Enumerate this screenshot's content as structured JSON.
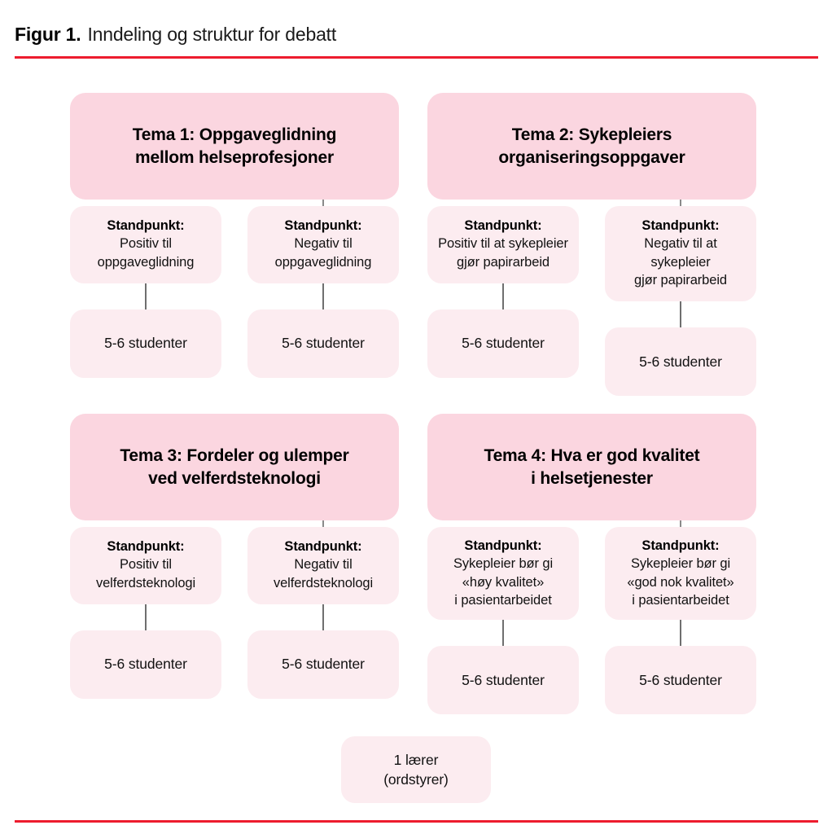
{
  "header": {
    "figure_label": "Figur 1.",
    "caption": "Inndeling og struktur for debatt"
  },
  "colors": {
    "rule_red": "#ED1C2E",
    "theme_box_pink": "#FBD6E0",
    "sub_box_pink": "#FCECF0",
    "connector_gray": "#6F6F6F",
    "text_black": "#111111"
  },
  "groups": [
    {
      "theme_title": "Tema 1: Oppgaveglidning\nmellom helseprofesjoner",
      "branches": [
        {
          "standpunkt_label": "Standpunkt:",
          "standpunkt_text": "Positiv til\noppgaveglidning",
          "students": "5-6 studenter"
        },
        {
          "standpunkt_label": "Standpunkt:",
          "standpunkt_text": "Negativ til\noppgaveglidning",
          "students": "5-6 studenter"
        }
      ]
    },
    {
      "theme_title": "Tema 2: Sykepleiers\norganiseringsoppgaver",
      "branches": [
        {
          "standpunkt_label": "Standpunkt:",
          "standpunkt_text": "Positiv til at sykepleier\ngjør papirarbeid",
          "students": "5-6 studenter"
        },
        {
          "standpunkt_label": "Standpunkt:",
          "standpunkt_text": "Negativ til at sykepleier\ngjør papirarbeid",
          "students": "5-6 studenter"
        }
      ]
    },
    {
      "theme_title": "Tema 3: Fordeler og ulemper\nved velferdsteknologi",
      "branches": [
        {
          "standpunkt_label": "Standpunkt:",
          "standpunkt_text": "Positiv til\nvelferdsteknologi",
          "students": "5-6 studenter"
        },
        {
          "standpunkt_label": "Standpunkt:",
          "standpunkt_text": "Negativ til\nvelferdsteknologi",
          "students": "5-6 studenter"
        }
      ]
    },
    {
      "theme_title": "Tema 4: Hva er god kvalitet\ni helsetjenester",
      "branches": [
        {
          "standpunkt_label": "Standpunkt:",
          "standpunkt_text": "Sykepleier bør gi\n«høy kvalitet»\ni pasientarbeidet",
          "students": "5-6 studenter"
        },
        {
          "standpunkt_label": "Standpunkt:",
          "standpunkt_text": "Sykepleier bør gi\n«god nok kvalitet»\ni pasientarbeidet",
          "students": "5-6 studenter"
        }
      ]
    }
  ],
  "teacher": {
    "text": "1 lærer\n(ordstyrer)"
  }
}
